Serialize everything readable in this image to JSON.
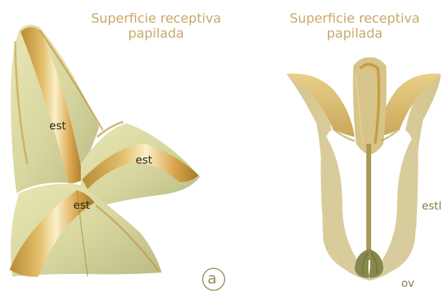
{
  "left_figure": {
    "title_line1": "Superficie receptiva",
    "title_line2": "papilada",
    "labels": [
      "est",
      "est",
      "est"
    ],
    "panel_letter": "a"
  },
  "right_figure": {
    "title_line1": "Superficie receptiva",
    "title_line2": "papilada",
    "label_style": "estl",
    "label_ovary": "ov"
  },
  "colors": {
    "title": "#c9a866",
    "carpel_light": "#e6e7b8",
    "carpel_gold": "#cfa248",
    "pistil_body": "#dccf9e",
    "pistil_canal": "#a89a52",
    "ovule": "#86884c"
  }
}
